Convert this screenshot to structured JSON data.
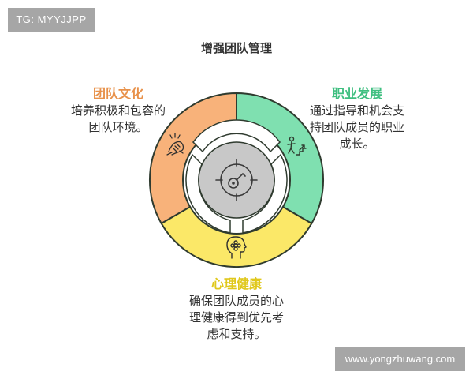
{
  "watermarks": {
    "top_left": "TG: MYYJJPP",
    "bottom_right": "www.yongzhuwang.com"
  },
  "title": "增强团队管理",
  "center": {
    "icon": "target-key-icon"
  },
  "segments": [
    {
      "id": "culture",
      "heading": "团队文化",
      "description_lines": [
        "培养积极和包容的",
        "团队环境。"
      ],
      "icon": "hands-together-icon",
      "color": "#f8b27a",
      "heading_color": "#e8914a"
    },
    {
      "id": "career",
      "heading": "职业发展",
      "description_lines": [
        "通过指导和机会支",
        "持团队成员的职业",
        "成长。"
      ],
      "icon": "person-climbing-stairs-icon",
      "color": "#7fe0b0",
      "heading_color": "#3fbf80"
    },
    {
      "id": "mental",
      "heading": "心理健康",
      "description_lines": [
        "确保团队成员的心",
        "理健康得到优先考",
        "虑和支持。"
      ],
      "icon": "head-flower-icon",
      "color": "#fbe868",
      "heading_color": "#e0c81c"
    }
  ],
  "colors": {
    "outline": "#2f3b2f",
    "core": "#c8c8c8",
    "watermark_bg": "#a6a6a6"
  }
}
